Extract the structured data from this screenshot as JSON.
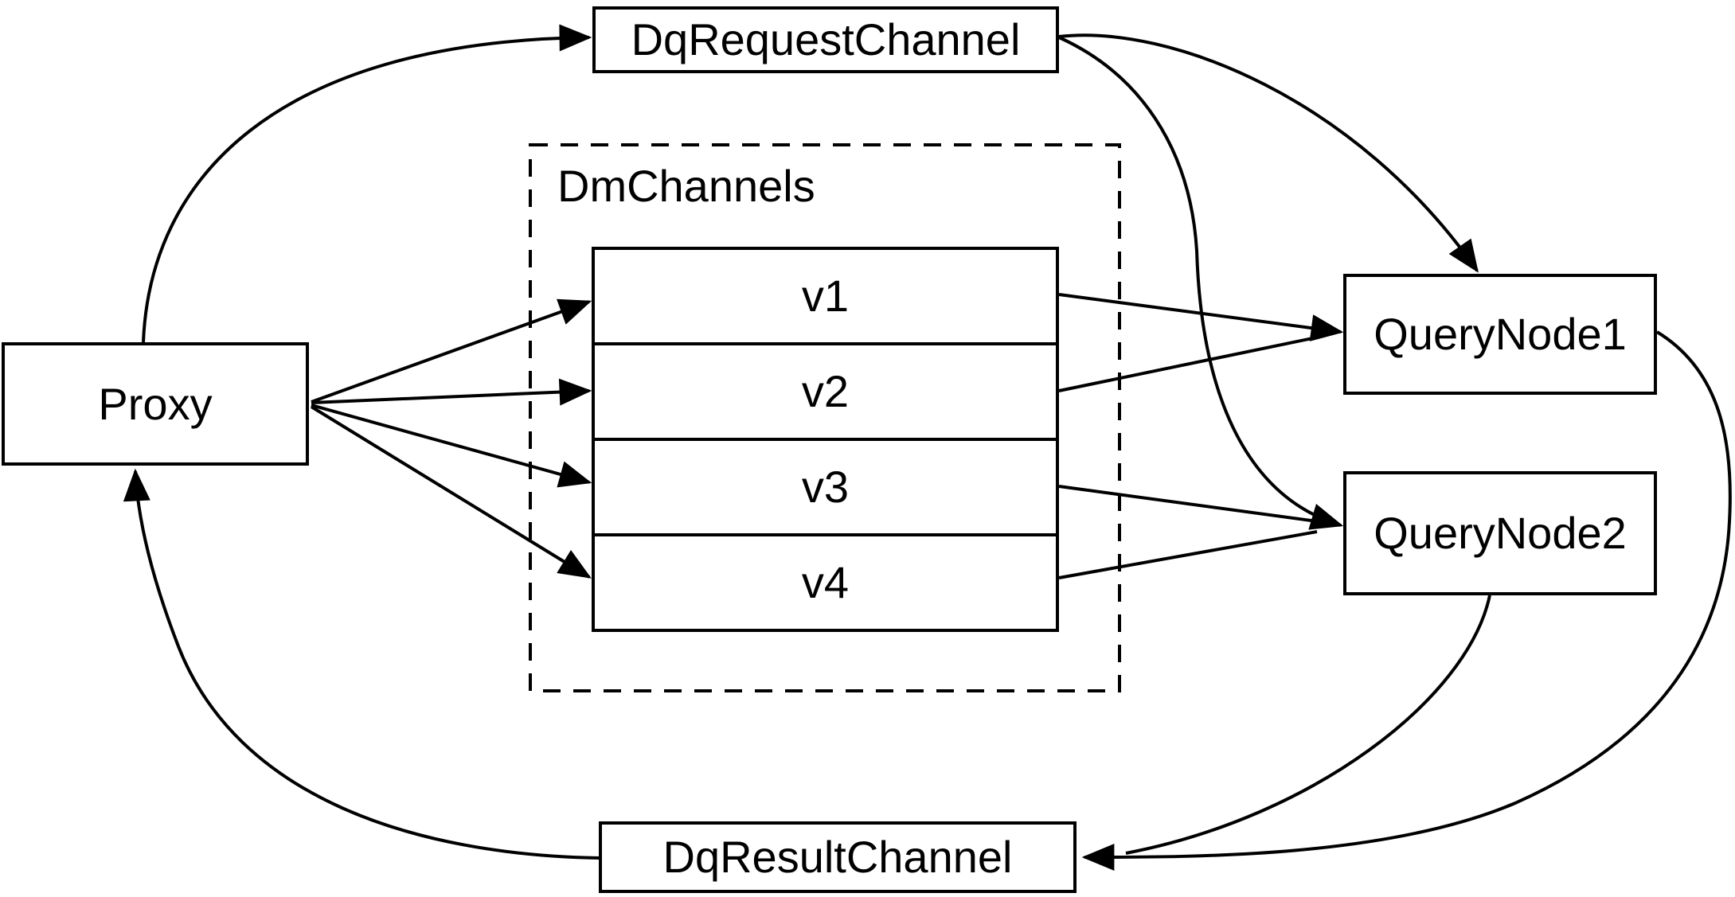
{
  "diagram": {
    "background": "#ffffff",
    "stroke_color": "#000000",
    "nodes": {
      "proxy": {
        "label": "Proxy"
      },
      "dq_request_channel": {
        "label": "DqRequestChannel"
      },
      "dm_channels": {
        "label": "DmChannels",
        "channels": [
          "v1",
          "v2",
          "v3",
          "v4"
        ]
      },
      "query_node1": {
        "label": "QueryNode1"
      },
      "query_node2": {
        "label": "QueryNode2"
      },
      "dq_result_channel": {
        "label": "DqResultChannel"
      }
    },
    "edges": [
      {
        "from": "Proxy",
        "to": "DqRequestChannel"
      },
      {
        "from": "DqRequestChannel",
        "to": "QueryNode1"
      },
      {
        "from": "DqRequestChannel",
        "to": "QueryNode2"
      },
      {
        "from": "Proxy",
        "to": "v1"
      },
      {
        "from": "Proxy",
        "to": "v2"
      },
      {
        "from": "Proxy",
        "to": "v3"
      },
      {
        "from": "Proxy",
        "to": "v4"
      },
      {
        "from": "v1",
        "to": "QueryNode1"
      },
      {
        "from": "v2",
        "to": "QueryNode1"
      },
      {
        "from": "v3",
        "to": "QueryNode2"
      },
      {
        "from": "v4",
        "to": "QueryNode2"
      },
      {
        "from": "QueryNode1",
        "to": "DqResultChannel"
      },
      {
        "from": "QueryNode2",
        "to": "DqResultChannel"
      },
      {
        "from": "DqResultChannel",
        "to": "Proxy"
      }
    ]
  }
}
